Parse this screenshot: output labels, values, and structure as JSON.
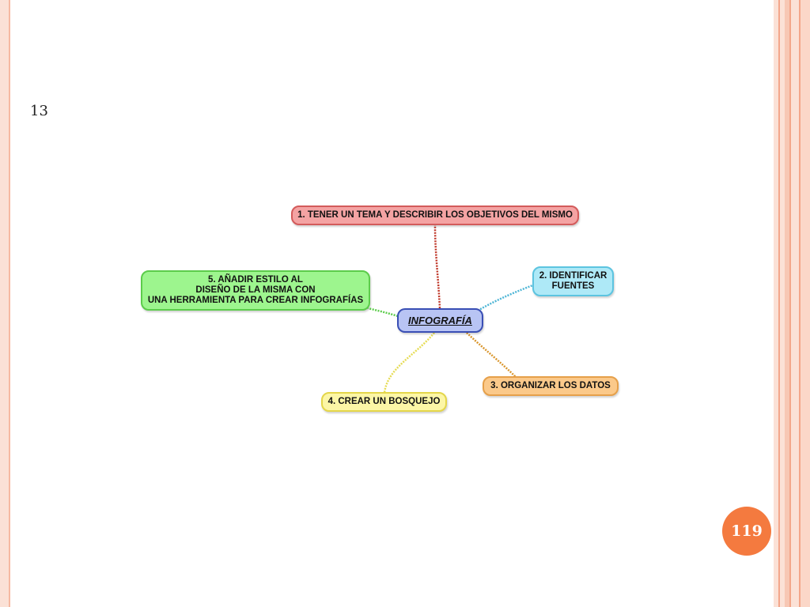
{
  "slide": {
    "number": "13",
    "page": "119"
  },
  "diagram": {
    "center": "INFOGRAFÍA",
    "nodes": {
      "n1": "1. TENER UN TEMA Y DESCRIBIR LOS OBJETIVOS DEL MISMO",
      "n2": "2. IDENTIFICAR FUENTES",
      "n3": "3. ORGANIZAR LOS DATOS",
      "n4": "4. CREAR UN BOSQUEJO",
      "n5_lines": [
        "5. AÑADIR ESTILO AL",
        "DISEÑO DE LA MISMA CON",
        "UNA HERRAMIENTA PARA CREAR INFOGRAFÍAS"
      ]
    },
    "colors": {
      "n1": "#d35b5b",
      "n2": "#5cc4e0",
      "n3": "#e6a04a",
      "n4": "#e4d64a",
      "n5": "#5ccc4b",
      "center": "#3a4fb5",
      "badge": "#f47a3f"
    }
  }
}
